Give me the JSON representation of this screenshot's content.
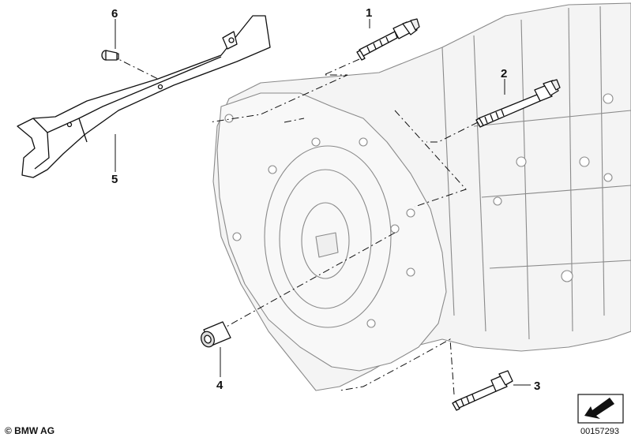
{
  "callouts": {
    "part1": "1",
    "part2": "2",
    "part3": "3",
    "part4": "4",
    "part5": "5",
    "part6": "6"
  },
  "footer": {
    "copyright": "© BMW AG",
    "doc_number": "00157293"
  },
  "colors": {
    "line": "#111111",
    "housing_line": "#8a8a8a",
    "housing_fill": "#f4f4f4"
  },
  "icons": {
    "direction_arrow": "arrow-icon"
  }
}
